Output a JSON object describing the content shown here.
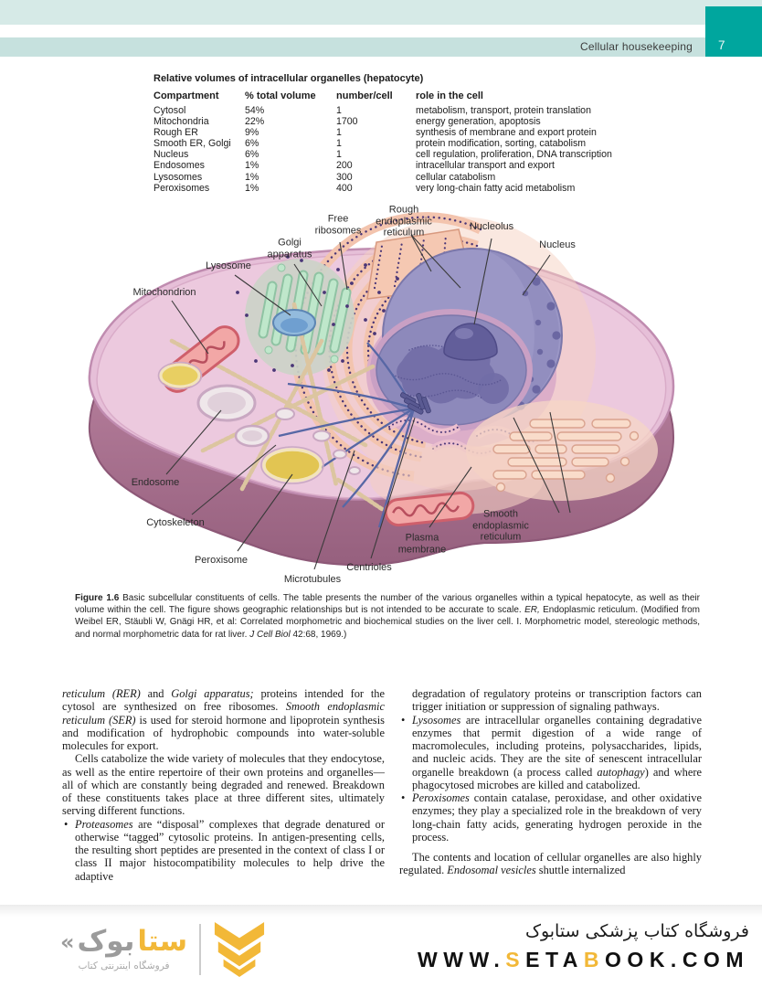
{
  "colors": {
    "header_teal": "#00a69e",
    "brand_yellow": "#f2b838"
  },
  "header": {
    "running_title": "Cellular housekeeping",
    "page_number": "7"
  },
  "table": {
    "title": "Relative volumes of intracellular organelles (hepatocyte)",
    "columns": [
      "Compartment",
      "% total volume",
      "number/cell",
      "role in the cell"
    ],
    "rows": [
      [
        "Cytosol",
        "54%",
        "1",
        "metabolism, transport, protein translation"
      ],
      [
        "Mitochondria",
        "22%",
        "1700",
        "energy generation, apoptosis"
      ],
      [
        "Rough ER",
        "9%",
        "1",
        "synthesis of membrane and export protein"
      ],
      [
        "Smooth ER, Golgi",
        "6%",
        "1",
        "protein modification, sorting, catabolism"
      ],
      [
        "Nucleus",
        "6%",
        "1",
        "cell regulation, proliferation, DNA transcription"
      ],
      [
        "Endosomes",
        "1%",
        "200",
        "intracellular transport and export"
      ],
      [
        "Lysosomes",
        "1%",
        "300",
        "cellular catabolism"
      ],
      [
        "Peroxisomes",
        "1%",
        "400",
        "very long-chain fatty acid metabolism"
      ]
    ]
  },
  "diagram": {
    "labels": [
      {
        "id": "mitochondrion",
        "text": "Mitochondrion"
      },
      {
        "id": "lysosome",
        "text": "Lysosome"
      },
      {
        "id": "golgi-apparatus",
        "text": "Golgi\napparatus"
      },
      {
        "id": "free-ribosomes",
        "text": "Free\nribosomes"
      },
      {
        "id": "rough-er",
        "text": "Rough\nendoplasmic\nreticulum"
      },
      {
        "id": "nucleolus",
        "text": "Nucleolus"
      },
      {
        "id": "nucleus",
        "text": "Nucleus"
      },
      {
        "id": "endosome",
        "text": "Endosome"
      },
      {
        "id": "cytoskeleton",
        "text": "Cytoskeleton"
      },
      {
        "id": "peroxisome",
        "text": "Peroxisome"
      },
      {
        "id": "microtubules",
        "text": "Microtubules"
      },
      {
        "id": "centrioles",
        "text": "Centrioles"
      },
      {
        "id": "plasma-membrane",
        "text": "Plasma\nmembrane"
      },
      {
        "id": "smooth-er",
        "text": "Smooth\nendoplasmic\nreticulum"
      }
    ]
  },
  "caption": {
    "fig": "Figure 1.6",
    "s1": " Basic subcellular constituents of cells. The table presents the number of the various organelles within a typical hepatocyte, as well as their volume within the cell. The figure shows geographic relationships but is not intended to be accurate to scale. ",
    "i1": "ER,",
    "s2": " Endoplasmic reticulum. (Modified from Weibel ER, Stäubli W, Gnägi HR, et al: Correlated morphometric and biochemical studies on the liver cell. I. Morphometric model, stereologic methods, and normal morphometric data for rat liver. ",
    "i2": "J Cell Biol",
    "s3": " 42:68, 1969.)"
  },
  "body": {
    "left": {
      "p1": {
        "i1": "reticulum (RER)",
        "r1": " and ",
        "i2": "Golgi apparatus;",
        "r2": " proteins intended for the cytosol are synthesized on free ribosomes. ",
        "i3": "Smooth endoplasmic reticulum (SER)",
        "r3": " is used for steroid hormone and lipoprotein synthesis and modification of hydrophobic compounds into water-soluble molecules for export."
      },
      "p2": "Cells catabolize the wide variety of molecules that they endocytose, as well as the entire repertoire of their own proteins and organelles—all of which are constantly being degraded and renewed. Breakdown of these constituents takes place at three different sites, ultimately serving different functions.",
      "b1": {
        "marker": "•",
        "i": "Proteasomes",
        "r": " are “disposal” complexes that degrade denatured or otherwise “tagged” cytosolic proteins. In antigen-presenting cells, the resulting short peptides are presented in the context of class I or class II major histocompatibility molecules to help drive the adaptive"
      }
    },
    "right": {
      "cont": "degradation of regulatory proteins or transcription factors can trigger initiation or suppression of signaling pathways.",
      "b2": {
        "marker": "•",
        "i": "Lysosomes",
        "r1": " are intracellular organelles containing degradative enzymes that permit digestion of a wide range of macromolecules, including proteins, polysaccharides, lipids, and nucleic acids. They are the site of senescent intracellular organelle breakdown (a process called ",
        "i2": "autophagy",
        "r2": ") and where phagocytosed microbes are killed and catabolized."
      },
      "b3": {
        "marker": "•",
        "i": "Peroxisomes",
        "r": " contain catalase, peroxidase, and other oxidative enzymes; they play a specialized role in the breakdown of very long-chain fatty acids, generating hydrogen peroxide in the process."
      },
      "p2": {
        "r1": "The contents and location of cellular organelles are also highly regulated. ",
        "i": "Endosomal vesicles",
        "r2": " shuttle internalized"
      }
    }
  },
  "footer": {
    "logo": {
      "chevron_mark": "«",
      "wordmark_gray": "بوک",
      "wordmark_yellow": "ستا",
      "tagline": "فروشگاه اینترنتی کتاب"
    },
    "store_title": "فروشگاه کتاب پزشکی ستابوک",
    "url": {
      "p1": "WWW.",
      "y1": "S",
      "p2": "ETA",
      "y2": "B",
      "p3": "OOK.COM"
    }
  }
}
